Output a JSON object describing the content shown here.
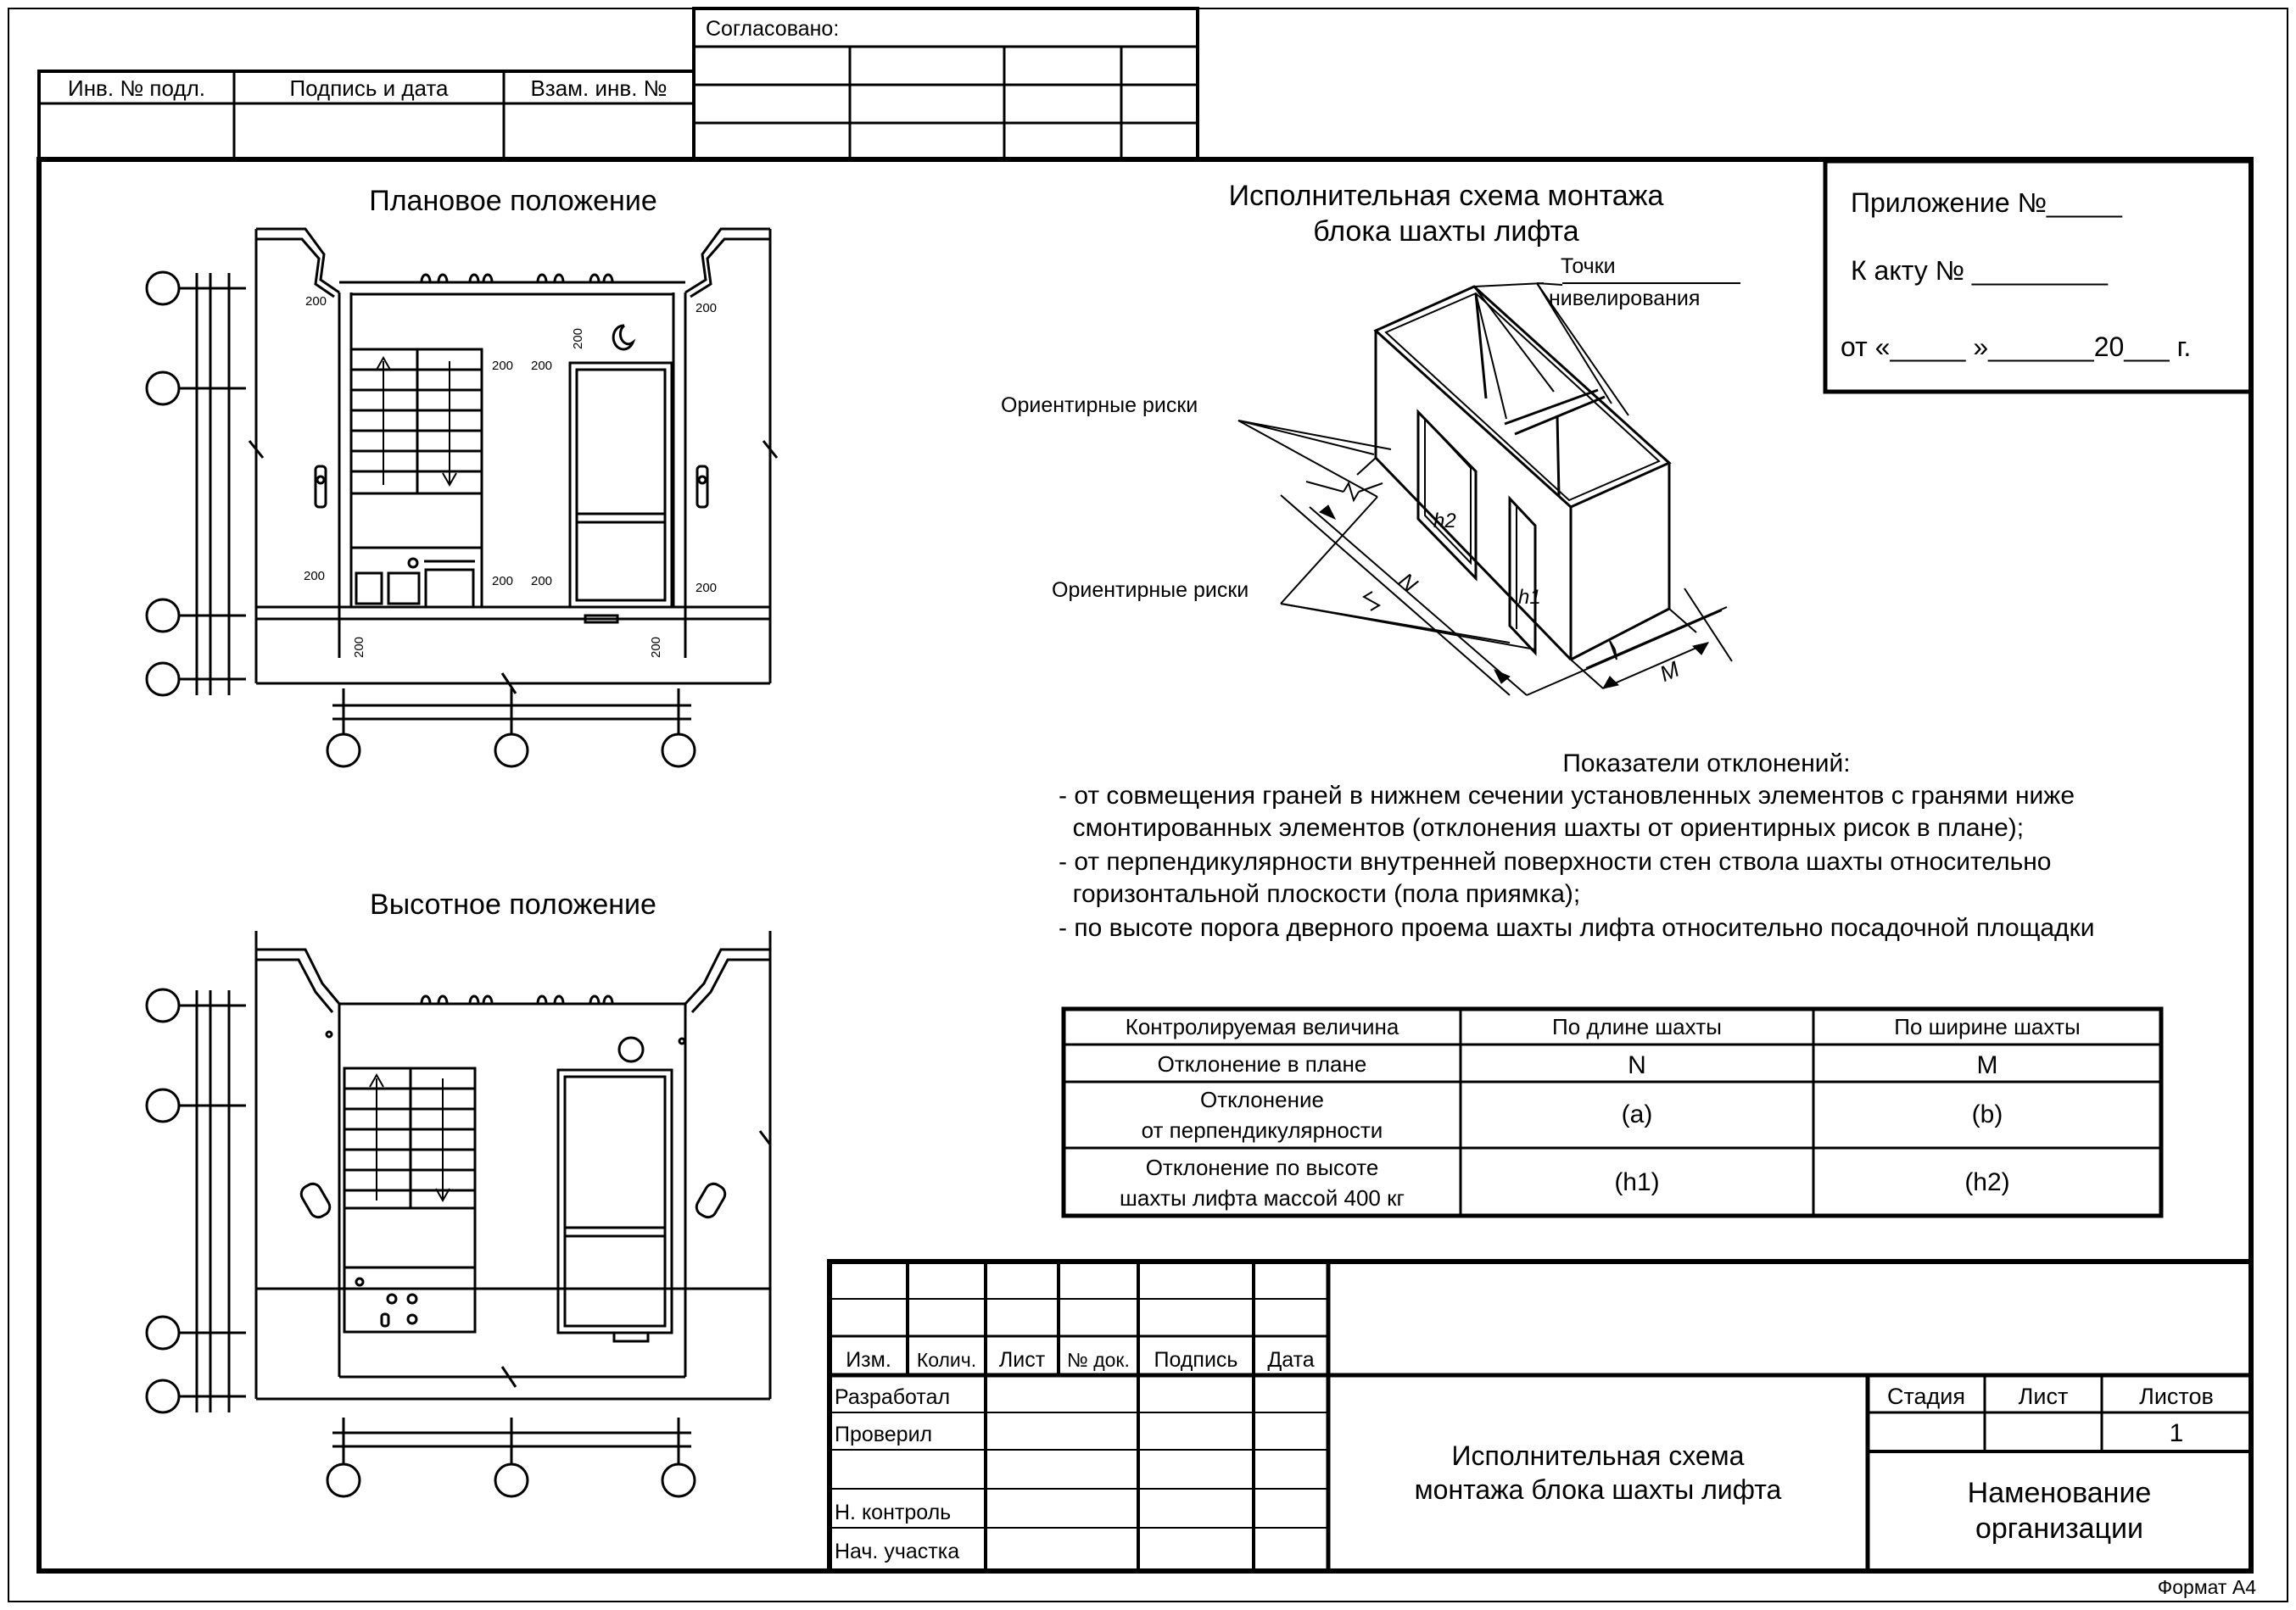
{
  "approval": {
    "agreed": "Согласовано:",
    "inv_orig": "Инв. № подл.",
    "sign_date": "Подпись и дата",
    "repl_inv": "Взам. инв. №"
  },
  "plan_title": "Плановое положение",
  "height_title": "Высотное положение",
  "dim_200": "200",
  "main_title": [
    "Исполнительная схема монтажа",
    "блока шахты лифта"
  ],
  "appendix": {
    "line1": "Приложение №_____",
    "line2": "К акту № _________",
    "line3": "от  «_____ »_______20___ г."
  },
  "diagram_labels": {
    "leveling_points": [
      "Точки",
      "нивелирования"
    ],
    "marks_top": "Ориентирные риски",
    "marks_bottom": "Ориентирные риски",
    "h1": "h1",
    "h2": "h2",
    "n": "N",
    "m": "M"
  },
  "deviations": {
    "title": "Показатели отклонений:",
    "lines": [
      "- от совмещения граней в нижнем сечении установленных элементов с гранями ниже",
      "  смонтированных элементов (отклонения шахты от ориентирных рисок в плане);",
      "- от перпендикулярности внутренней поверхности стен ствола шахты относительно",
      "  горизонтальной плоскости (пола приямка);",
      "- по высоте порога дверного проема шахты лифта относительно посадочной площадки"
    ]
  },
  "table": {
    "headers": [
      "Контролируемая величина",
      "По длине шахты",
      "По ширине шахты"
    ],
    "rows": [
      {
        "name": [
          "Отклонение в плане"
        ],
        "len": "N",
        "wid": "M"
      },
      {
        "name": [
          "Отклонение",
          "от перпендикулярности"
        ],
        "len": "(a)",
        "wid": "(b)"
      },
      {
        "name": [
          "Отклонение по высоте",
          "шахты лифта массой 400 кг"
        ],
        "len": "(h1)",
        "wid": "(h2)"
      }
    ]
  },
  "stamp": {
    "cols": [
      "Изм.",
      "Колич.",
      "Лист",
      "№ док.",
      "Подпись",
      "Дата"
    ],
    "roles": [
      "Разработал",
      "Проверил",
      "",
      "Н. контроль",
      "Нач. участка"
    ],
    "doc_title": [
      "Исполнительная схема",
      "монтажа блока шахты лифта"
    ],
    "stage": "Стадия",
    "sheet": "Лист",
    "sheets": "Листов",
    "sheets_value": "1",
    "org": [
      "Наменование",
      "организации"
    ]
  },
  "format": "Формат А4"
}
